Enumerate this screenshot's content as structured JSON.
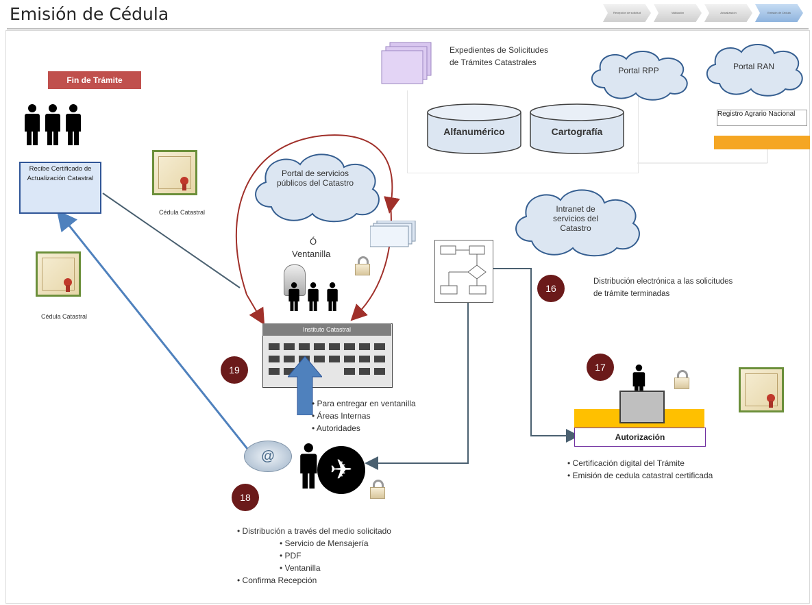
{
  "title": "Emisión de Cédula",
  "breadcrumb": [
    "Recepción de solicitud",
    "Validación",
    "Actualización",
    "Emisión de Cédula"
  ],
  "fin_tramite": "Fin de Trámite",
  "receipt_box": "Recibe Certificado de Actualización Catastral",
  "cedula_label_1": "Cédula Catastral",
  "cedula_label_2": "Cédula Catastral",
  "archive_label": "Expedientes de Solicitudes de Trámites Catastrales",
  "db_alfa": "Alfanumérico",
  "db_carto": "Cartografía",
  "portal_rpp": "Portal RPP",
  "portal_ran": "Portal RAN",
  "ran_logo_text": "Registro Agrario Nacional",
  "portal_publico": "Portal de servicios públicos del Catastro",
  "intranet": "Intranet de servicios del Catastro",
  "o_label": "Ó",
  "ventanilla_label": "Ventanilla",
  "building_label": "Instituto Catastral",
  "step_16": "16",
  "step_17": "17",
  "step_18": "18",
  "step_19": "19",
  "step16_text": [
    "Distribución electrónica a las solicitudes",
    "de trámite terminadas"
  ],
  "step19_items": [
    "• Para entregar  en ventanilla",
    "• Áreas Internas",
    "• Autoridades"
  ],
  "autorizacion": "Autorización",
  "step17_items": [
    "• Certificación digital del Trámite",
    "• Emisión de cedula catastral certificada"
  ],
  "step18_items": [
    "• Distribución  a través del  medio solicitado",
    "• Servicio de Mensajería",
    "• PDF",
    "• Ventanilla",
    "• Confirma Recepción"
  ],
  "email_symbol": "@",
  "plane_symbol": "✈",
  "colors": {
    "accent_red": "#c0504d",
    "step_badge": "#6b1a1a",
    "arrow_blue": "#4f81bd",
    "arrow_loop": "#a0302a",
    "cloud_fill": "#dce6f2",
    "desk": "#ffc000"
  }
}
